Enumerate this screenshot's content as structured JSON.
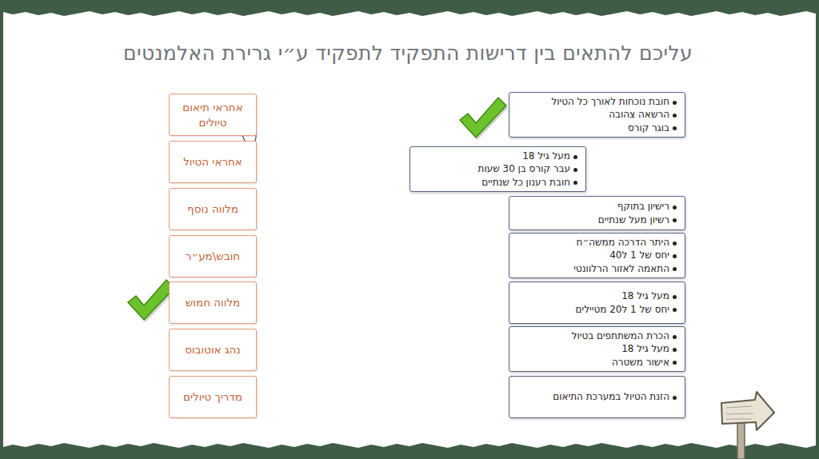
{
  "diagram": {
    "title": "עליכם להתאים בין דרישות התפקיד לתפקיד ע״י גרירת האלמנטים",
    "nodes": [
      {
        "text": [
          "אחראי תיאום טיולים"
        ]
      },
      {
        "text": [
          "אחראי הטיול"
        ]
      },
      {
        "text": [
          "מלווה נוסף"
        ]
      },
      {
        "text": [
          "חובש\\מע״ר"
        ]
      },
      {
        "text": [
          "מלווה חמוש"
        ]
      },
      {
        "text": [
          "נהג אוטובוס"
        ]
      },
      {
        "text": [
          "מדריך טיולים"
        ]
      },
      {
        "text": [
          "חובת נוכחות לאורך כל הטיול",
          "הרשאה צהובה",
          "בוגר קורס"
        ]
      },
      {
        "text": [
          "מעל גיל 18",
          "עבר קורס בן 30 שעות",
          "חובת רענון כל שנתיים"
        ]
      },
      {
        "text": [
          "רישיון בתוקף",
          "רשיון מעל שנתיים"
        ]
      },
      {
        "text": [
          "היתר הדרכה ממשה״ח",
          "יחס של 1 ל40",
          "התאמה לאזור הרלוונטי"
        ]
      },
      {
        "text": [
          "מעל גיל 18",
          "יחס של 1 ל20 מטיילים"
        ]
      },
      {
        "text": [
          "הכרת המשתתפים בטיול",
          "מעל גיל 18",
          "אישור משטרה"
        ]
      },
      {
        "text": [
          "הזנת הטיול במערכת התיאום"
        ]
      }
    ]
  }
}
